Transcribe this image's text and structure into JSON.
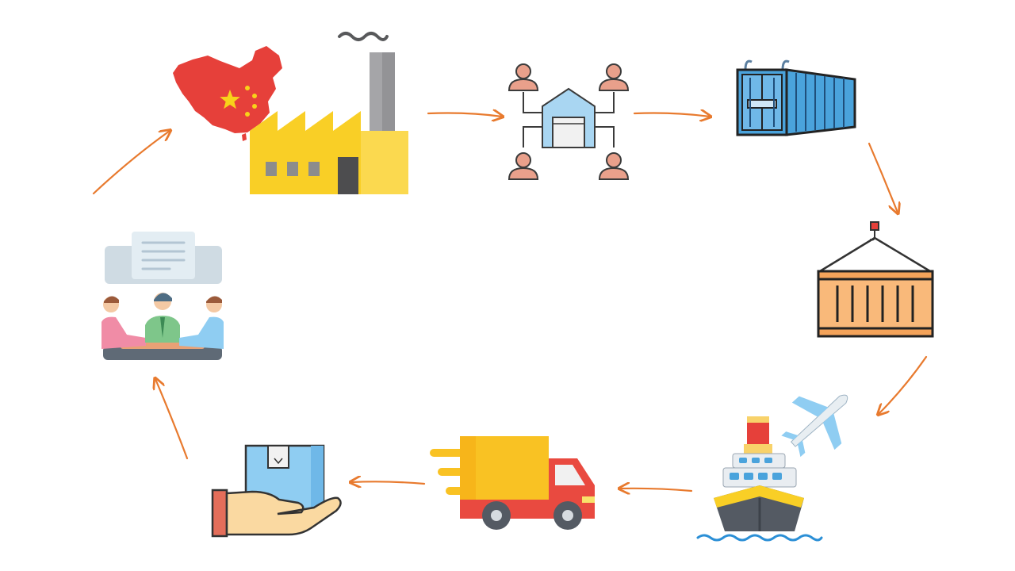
{
  "diagram": {
    "type": "cycle",
    "nodes": [
      {
        "id": "china-factory",
        "icon": "china-factory-icon"
      },
      {
        "id": "distribution-network",
        "icon": "warehouse-network-icon"
      },
      {
        "id": "shipping-container",
        "icon": "shipping-container-icon"
      },
      {
        "id": "crane-lifted-container",
        "icon": "crane-container-icon"
      },
      {
        "id": "ship-and-plane",
        "icon": "cargo-ship-airplane-icon"
      },
      {
        "id": "delivery-truck",
        "icon": "delivery-truck-icon"
      },
      {
        "id": "package-received",
        "icon": "hand-package-icon"
      },
      {
        "id": "business-meeting",
        "icon": "business-meeting-icon"
      }
    ],
    "edges": [
      [
        "china-factory",
        "distribution-network"
      ],
      [
        "distribution-network",
        "shipping-container"
      ],
      [
        "shipping-container",
        "crane-lifted-container"
      ],
      [
        "crane-lifted-container",
        "ship-and-plane"
      ],
      [
        "ship-and-plane",
        "delivery-truck"
      ],
      [
        "delivery-truck",
        "package-received"
      ],
      [
        "package-received",
        "business-meeting"
      ],
      [
        "business-meeting",
        "china-factory"
      ]
    ]
  },
  "colors": {
    "arrow": "#e87a2e",
    "china_red": "#e6403a",
    "china_star": "#f8d21a",
    "factory_yellow": "#f9cf26",
    "chimney_gray": "#a5a5a8",
    "warehouse_blue": "#a9d6f2",
    "person_salmon": "#e9a08b",
    "container_blue": "#4aa3dc",
    "container_orange": "#f9b97a",
    "truck_red": "#e94a40",
    "truck_yellow": "#f9c223",
    "ship_dark": "#545a63",
    "box_blue": "#8fcdf2",
    "meeting_green": "#7ec68a"
  }
}
